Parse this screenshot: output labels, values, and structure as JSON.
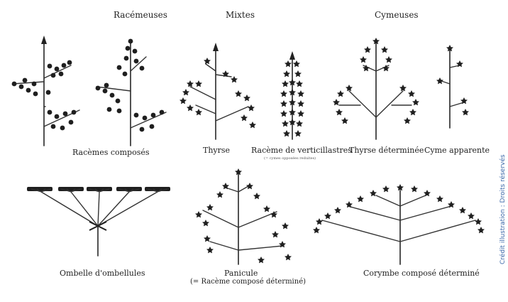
{
  "headers": {
    "racemes": "Racémeuses",
    "mixed": "Mixtes",
    "cymes": "Cymeuses"
  },
  "captions": {
    "compound_raceme": "Racèmes composés",
    "thyrse": "Thyrse",
    "verticillaster_raceme": "Racème de verticillastres",
    "verticillaster_note": "(= cymes opposées reduites)",
    "determinate_thyrse": "Thyrse déterminée",
    "apparent_cyme": "Cyme apparente",
    "umbel_of_umbellets": "Ombelle d'ombellules",
    "panicle": "Panicule",
    "panicle_note": "(= Racème composé déterminé)",
    "compound_corymb": "Corymbe composé déterminé"
  },
  "credit": "Crédit illustration : Droits réservés",
  "colors": {
    "ink": "#333333",
    "credit": "#3a67a8"
  }
}
